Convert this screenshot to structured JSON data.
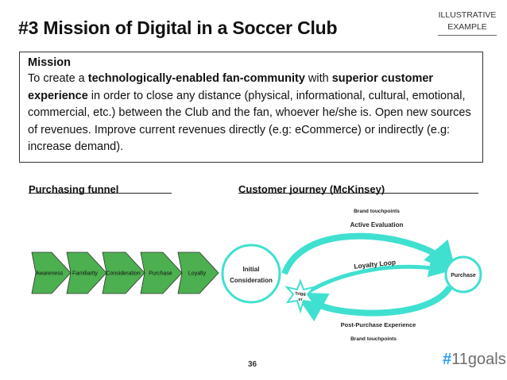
{
  "header": {
    "title": "#3 Mission of Digital in a Soccer Club",
    "tag_line1": "ILLUSTRATIVE",
    "tag_line2": "EXAMPLE"
  },
  "mission": {
    "heading": "Mission",
    "parts": [
      {
        "text": "To create a ",
        "bold": false
      },
      {
        "text": "technologically-enabled fan-community",
        "bold": true
      },
      {
        "text": " with ",
        "bold": false
      },
      {
        "text": "superior customer experience",
        "bold": true
      },
      {
        "text": " in order to close any distance (physical, informational, cultural, emotional, commercial, etc.) between the Club and the fan, whoever he/she is. Open new sources of revenues. Improve current revenues directly (e.g: eCommerce) or indirectly (e.g: increase demand).",
        "bold": false
      }
    ]
  },
  "funnel": {
    "title": "Purchasing funnel",
    "stages": [
      "Awareness",
      "Familiarity",
      "Consideration",
      "Purchase",
      "Loyalty"
    ]
  },
  "journey": {
    "title": "Customer journey (McKinsey)",
    "brand_top": "Brand touchpoints",
    "active_eval": "Active Evaluation",
    "loyalty_loop": "Loyalty Loop",
    "initial_line1": "Initial",
    "initial_line2": "Consideration",
    "purchase": "Purchase",
    "trigger_line1": "Trigg",
    "trigger_line2": "er",
    "post_purchase": "Post-Purchase Experience",
    "brand_bottom": "Brand touchpoints"
  },
  "footer": {
    "page_number": "36",
    "logo_hash": "#",
    "logo_text": "11goals"
  },
  "colors": {
    "funnel_fill": "#4caf50",
    "journey_arrow": "#40e0d0"
  }
}
